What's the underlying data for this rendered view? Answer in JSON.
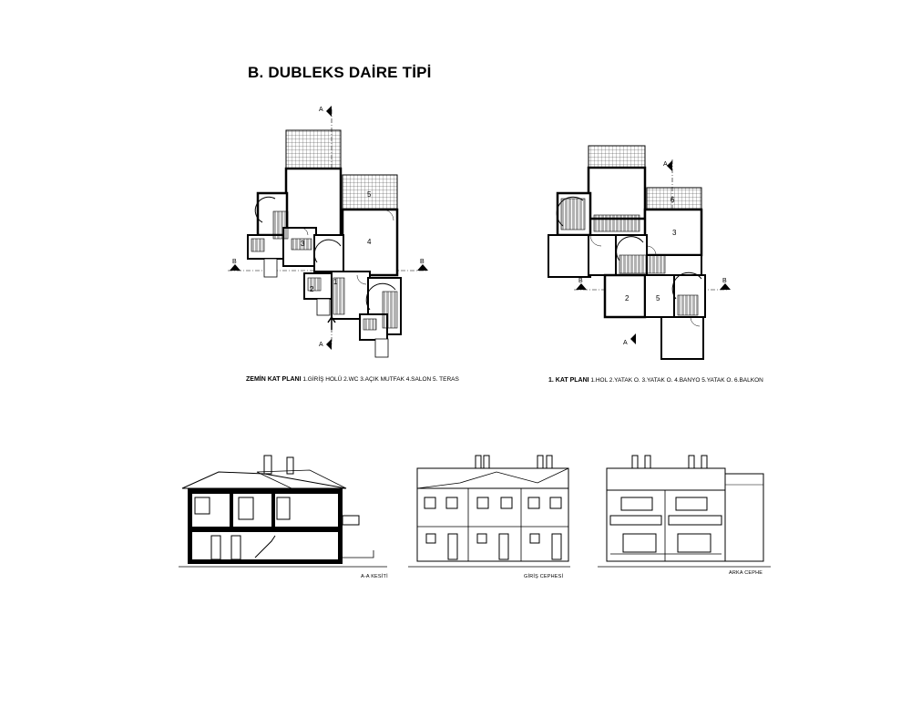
{
  "sheet": {
    "title": "B. DUBLEKS DAİRE TİPİ"
  },
  "ground_plan": {
    "caption_title": "ZEMİN KAT PLANI",
    "caption_legend": " 1.GİRİŞ  HOLÜ  2.WC  3.AÇIK MUTFAK  4.SALON  5. TERAS",
    "section_marks": [
      "A",
      "A",
      "B",
      "B"
    ],
    "room_numbers": [
      "5",
      "4",
      "1",
      "3",
      "2"
    ]
  },
  "first_plan": {
    "caption_title": "1. KAT PLANI",
    "caption_legend": " 1.HOL  2.YATAK O.  3.YATAK O.  4.BANYO  5.YATAK O.  6.BALKON",
    "section_marks": [
      "A",
      "A",
      "B",
      "B"
    ],
    "room_numbers": [
      "6",
      "3",
      "2",
      "5"
    ]
  },
  "section": {
    "caption": "A-A KESİTİ"
  },
  "entrance_elevation": {
    "caption": "GİRİŞ CEPHESİ"
  },
  "rear_elevation": {
    "caption": "ARKA CEPHE"
  }
}
